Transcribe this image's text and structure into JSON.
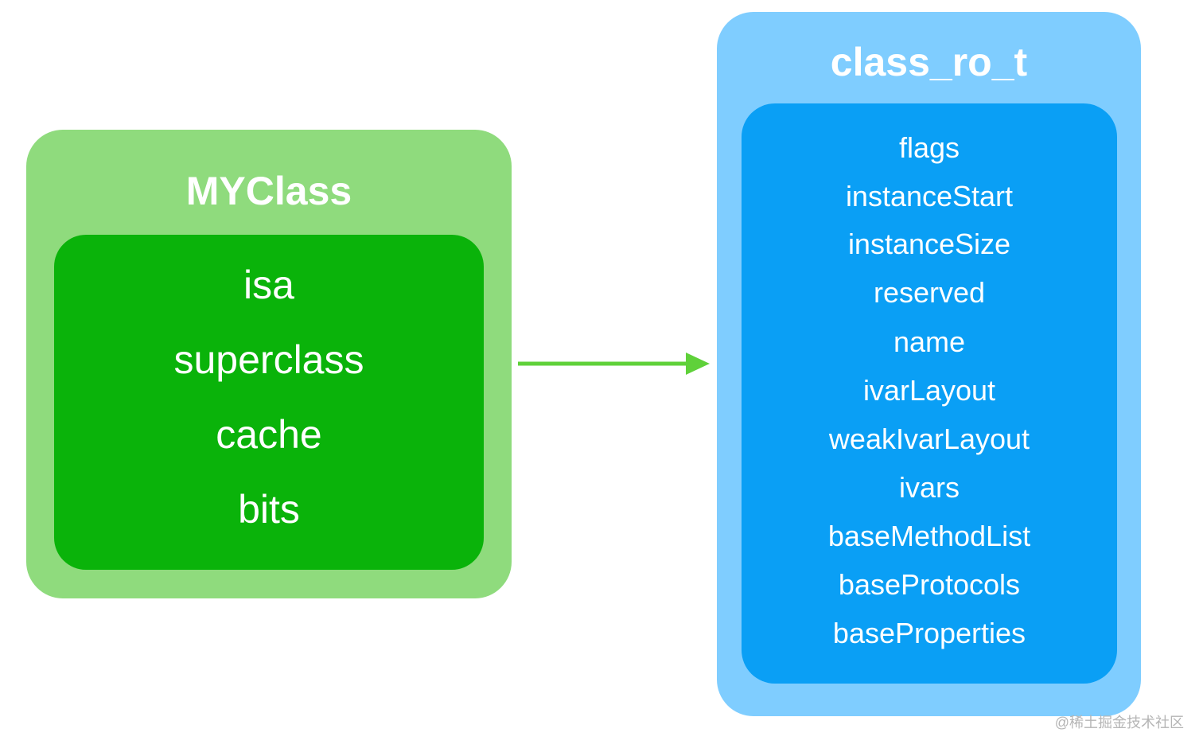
{
  "left_box": {
    "title": "MYClass",
    "fields": [
      "isa",
      "superclass",
      "cache",
      "bits"
    ]
  },
  "right_box": {
    "title": "class_ro_t",
    "fields": [
      "flags",
      "instanceStart",
      "instanceSize",
      "reserved",
      "name",
      "ivarLayout",
      "weakIvarLayout",
      "ivars",
      "baseMethodList",
      "baseProtocols",
      "baseProperties"
    ]
  },
  "watermark": "@稀土掘金技术社区",
  "colors": {
    "green_outer": "#8fdb7d",
    "green_inner": "#0ab30a",
    "blue_outer": "#7fcdff",
    "blue_inner": "#0a9ff5",
    "arrow": "#5fd13a",
    "text": "#ffffff"
  }
}
